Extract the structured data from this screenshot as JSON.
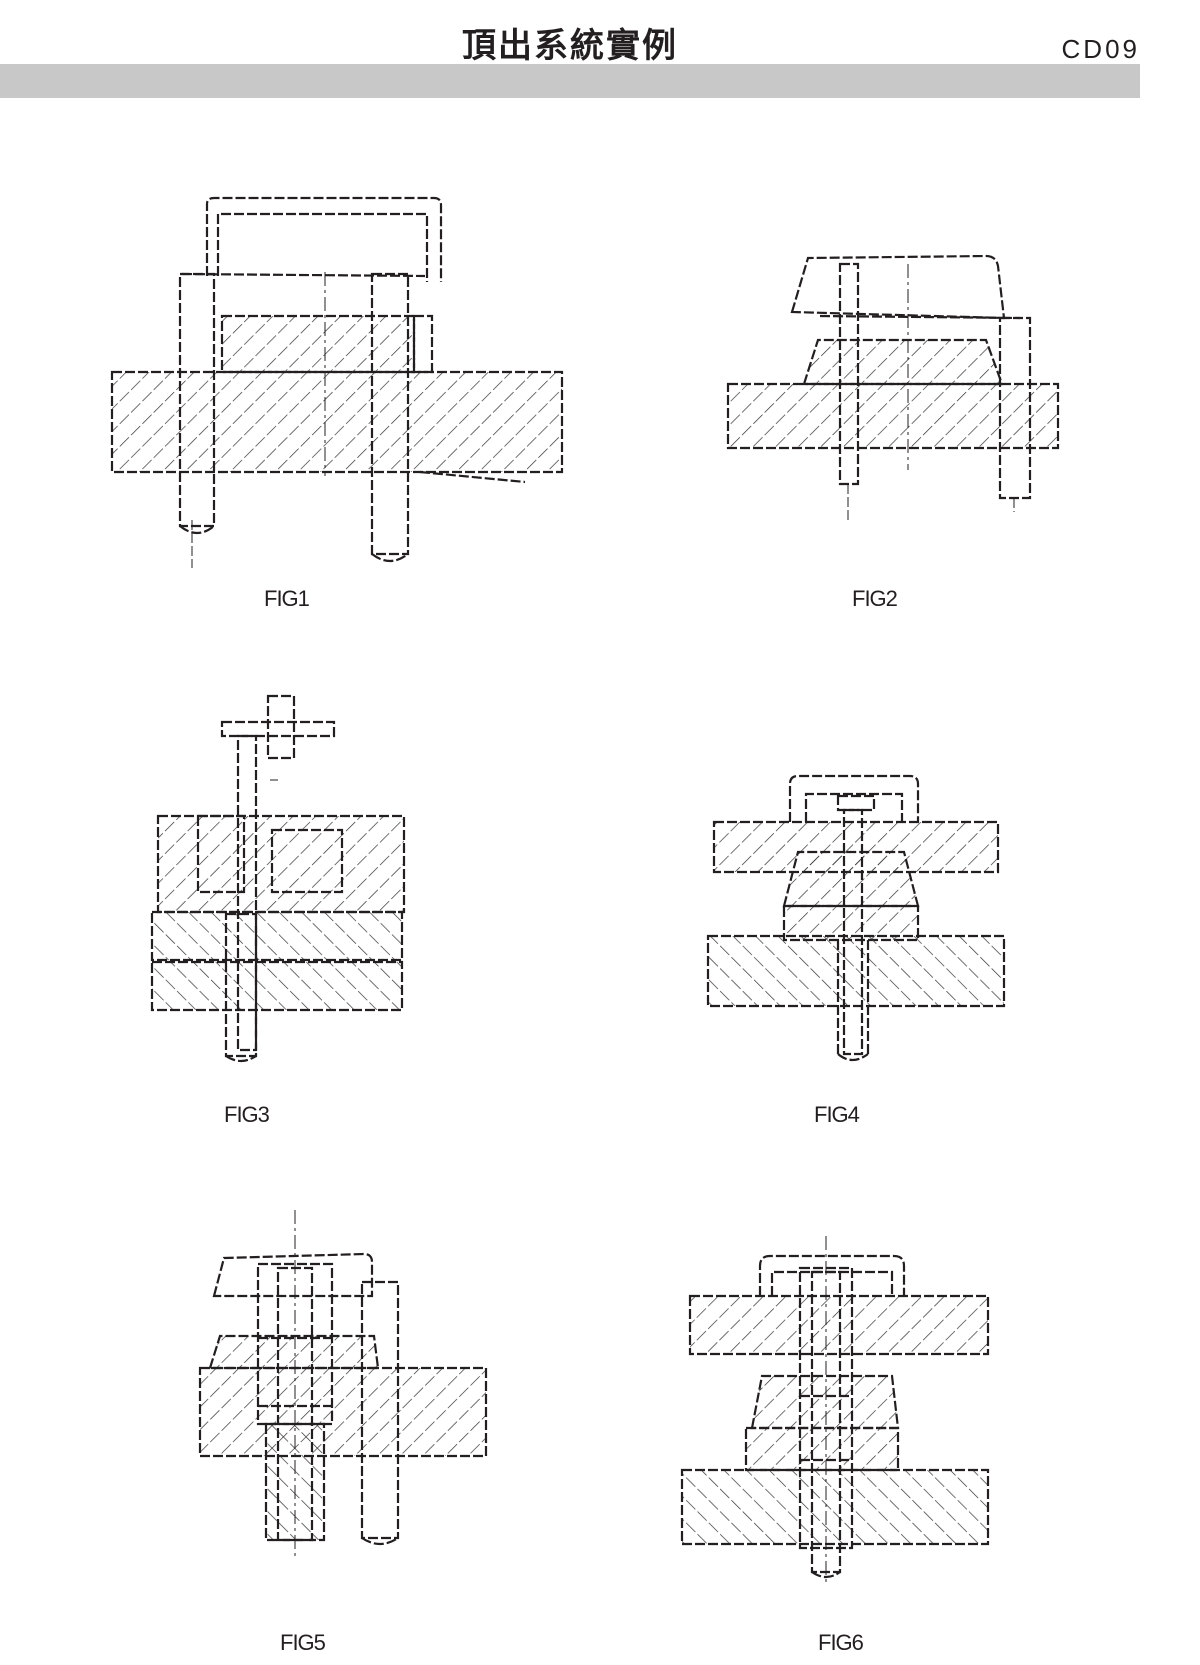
{
  "header": {
    "title": "頂出系統實例",
    "code": "CD09"
  },
  "figures": [
    {
      "label": "FIG1"
    },
    {
      "label": "FIG2"
    },
    {
      "label": "FIG3"
    },
    {
      "label": "FIG4"
    },
    {
      "label": "FIG5"
    },
    {
      "label": "FIG6"
    }
  ],
  "colors": {
    "ink": "#231f20",
    "band": "#c8c8c8"
  }
}
